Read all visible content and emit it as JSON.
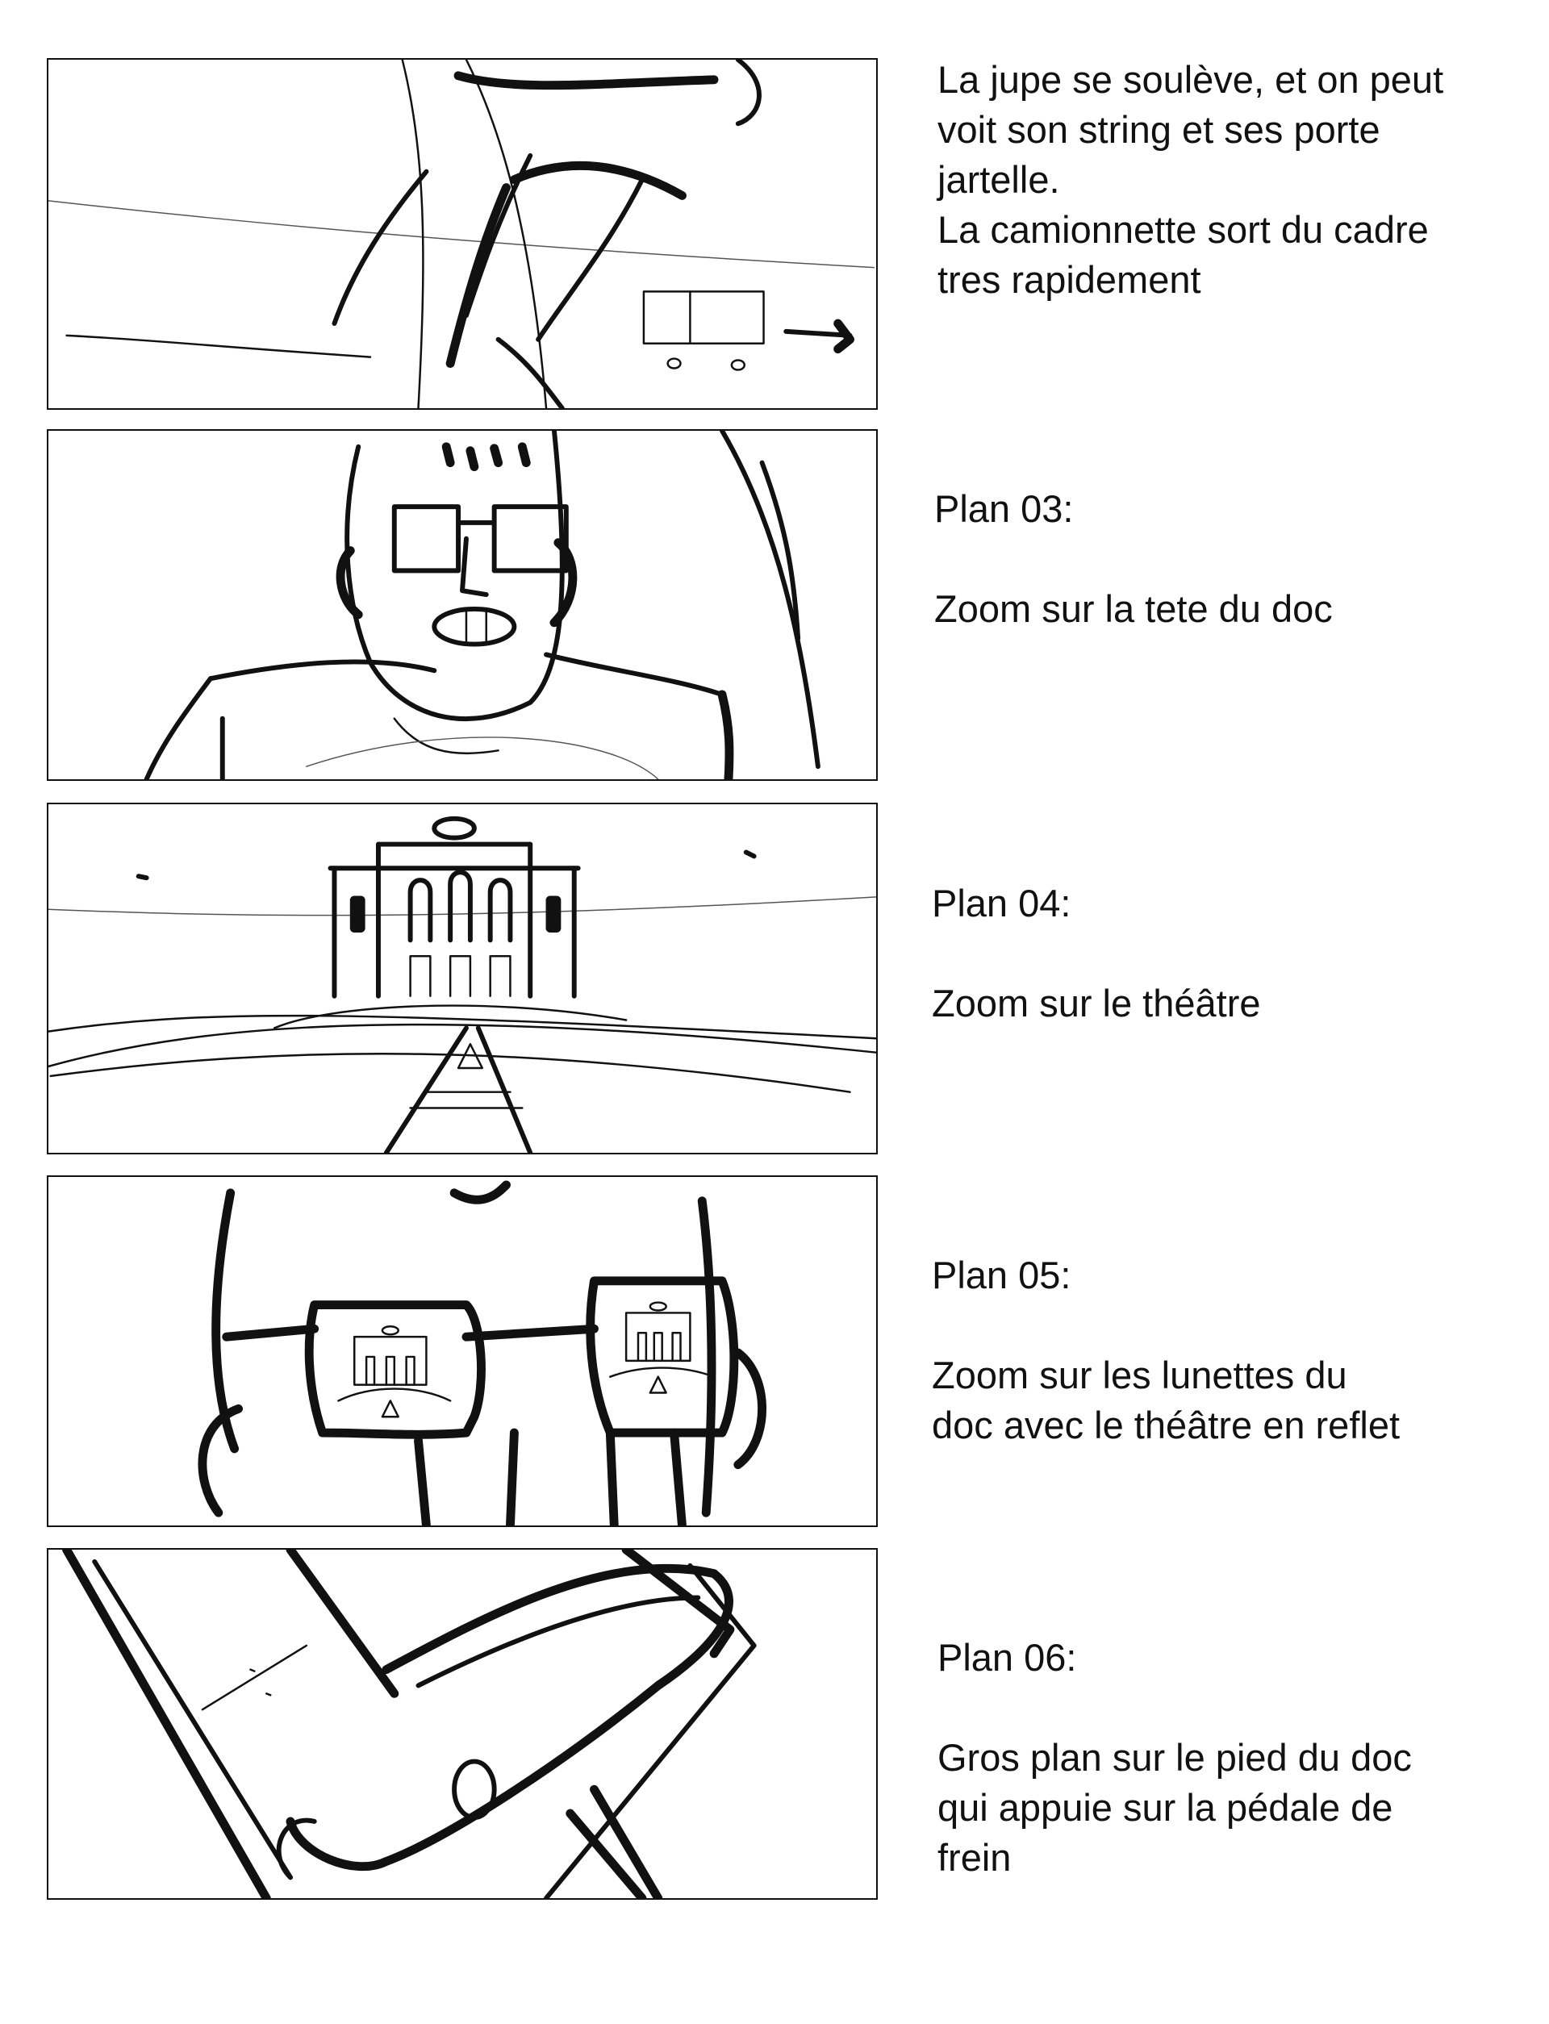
{
  "panels": [
    {
      "id": "panel-01",
      "caption": "La jupe se soulève, et on peut\nvoit son string et ses porte\njartelle.\nLa camionnette sort du cadre\ntres rapidement"
    },
    {
      "id": "panel-03",
      "title": "Plan 03:",
      "caption": "Zoom sur la tete du doc"
    },
    {
      "id": "panel-04",
      "title": "Plan 04:",
      "caption": "Zoom sur le théâtre"
    },
    {
      "id": "panel-05",
      "title": "Plan 05:",
      "caption": "Zoom sur les lunettes du\ndoc avec le théâtre en reflet"
    },
    {
      "id": "panel-06",
      "title": "Plan 06:",
      "caption": "Gros plan sur le pied du doc\nqui appuie sur la pédale de\nfrein"
    }
  ],
  "colors": {
    "ink": "#111111",
    "paper": "#ffffff"
  }
}
